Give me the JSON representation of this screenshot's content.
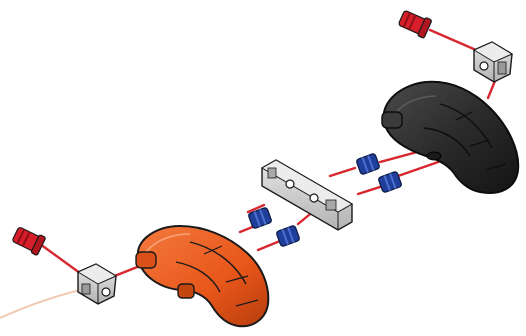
{
  "diagram": {
    "kind": "exploded-assembly",
    "colors": {
      "background": "#ffffff",
      "assembly_line": "#d7282f",
      "pin_red": "#d61f2a",
      "pin_blue": "#1f3f9a",
      "connector_gray": "#d3d3d3",
      "shell_black": "#2b2b2b",
      "shell_orange": "#ec5a1c",
      "outline": "#1a1a1a",
      "corner_arc": "#f2c9b4"
    },
    "parts": [
      {
        "name": "red-pin",
        "count": 2
      },
      {
        "name": "square-connector",
        "count": 2
      },
      {
        "name": "blue-pin",
        "count": 4
      },
      {
        "name": "center-rod",
        "count": 1
      },
      {
        "name": "black-shell",
        "count": 1
      },
      {
        "name": "orange-shell",
        "count": 1
      }
    ]
  }
}
